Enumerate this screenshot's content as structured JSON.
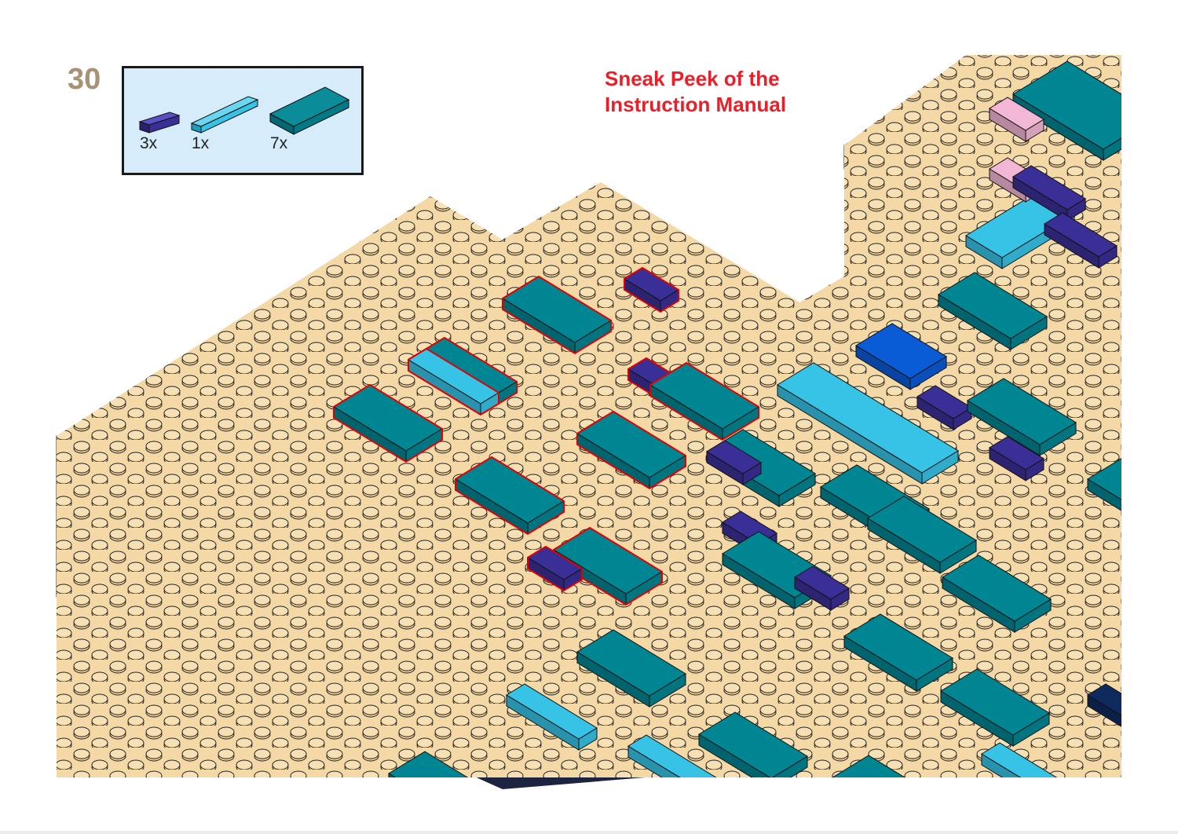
{
  "step": {
    "number": "30"
  },
  "parts_list": [
    {
      "name": "tile-1x2-dark-purple",
      "color": "#3a2f96",
      "quantity": "3x"
    },
    {
      "name": "tile-1x4-medium-azure",
      "color": "#36c3e6",
      "quantity": "1x"
    },
    {
      "name": "tile-2x4-dark-turquoise",
      "color": "#008592",
      "quantity": "7x"
    }
  ],
  "caption": {
    "line1": "Sneak Peek of the",
    "line2": "Instruction Manual"
  },
  "colors": {
    "baseplate": "#f4d8a6",
    "stud_side": "#e3c28c",
    "outline": "#111111",
    "highlight": "#e00000",
    "dark_turquoise": "#008592",
    "dark_purple": "#3a2f96",
    "medium_azure": "#36c3e6",
    "blue": "#0a5bd6",
    "pink": "#f2b7d4",
    "navy": "#0f2a5e"
  }
}
